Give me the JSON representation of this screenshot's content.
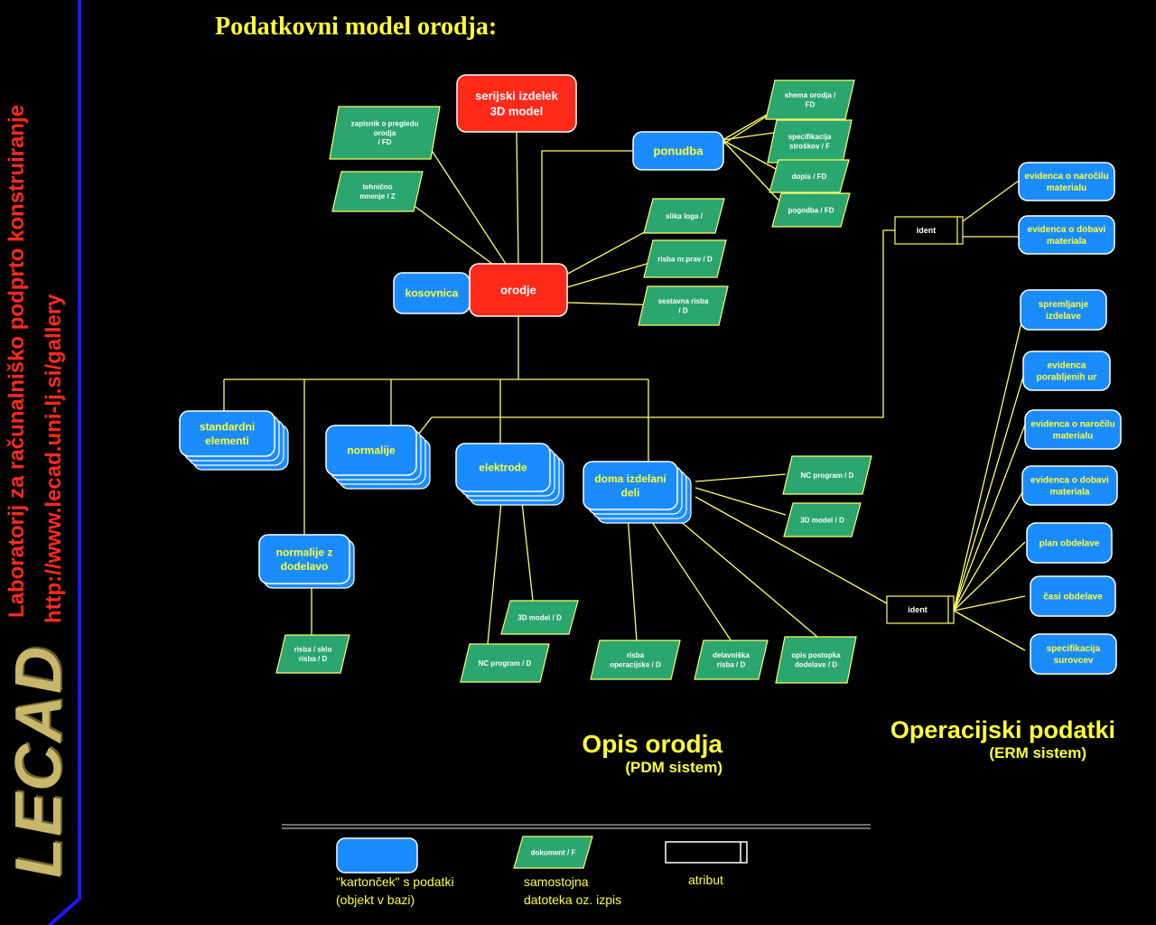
{
  "sidebar": {
    "brand": "LECAD",
    "lab_name": "Laboratorij za računalniško podprto konstruiranje",
    "url": "http://www.lecad.uni-lj.si/gallery"
  },
  "title": "Podatkovni model orodja:",
  "colors": {
    "card": "#1a8cff",
    "main": "#ff2a1a",
    "document": "#2aa66e",
    "line": "#ffff66",
    "text_yellow": "#ffff33",
    "sidebar_blue": "#1a1aff"
  },
  "nodes": {
    "serijski": "serijski izdelek\n3D model",
    "orodje": "orodje",
    "ponudba": "ponudba",
    "kosovnica": "kosovnica",
    "standardni": "standardni\nelementi",
    "normalije": "normalije",
    "elektrode": "elektrode",
    "doma": "doma izdelani\ndeli",
    "normalije_z": "normalije z\ndodelavo"
  },
  "documents": {
    "d1": "zapisnik o pregledu\norodja\n/ FD",
    "d2": "tehnično\nmnenje / Z",
    "d3": "shema orodja /\nFD",
    "d4": "specifikacija\nstroškov / F",
    "d5": "dopis / FD",
    "d6": "pogodba / FD",
    "d7": "slika loga /",
    "d8": "risba nr.prav / D",
    "d9": "sestavna risba\n/ D",
    "d10": "NC program / D",
    "d11": "3D model / D",
    "d12": "3D model / D",
    "d13": "NC program / D",
    "d14": "risba / sklo\nrisba / D",
    "d15": "risba\noperacijske / D",
    "d16": "delavniška\nrisba / D",
    "d17": "opis postopka\ndodelave / D"
  },
  "right_cards": {
    "r1": "evidenca o naročilu\nmaterialu",
    "r2": "evidenca o dobavi\nmateriala",
    "r3": "spremljanje\nizdelave",
    "r4": "evidenca\nporabljenih ur",
    "r5": "evidenca o naročilu\nmaterialu",
    "r6": "evidenca o dobavi\nmateriala",
    "r7": "plan obdelave",
    "r8": "časi obdelave",
    "r9": "specifikacija\nsurovcev"
  },
  "attributes": {
    "a1": "ident",
    "a2": "ident"
  },
  "captions": {
    "pdm_title": "Opis orodja",
    "pdm_sub": "(PDM sistem)",
    "erm_title": "Operacijski podatki",
    "erm_sub": "(ERM sistem)"
  },
  "legend": {
    "card_line1": "\"kartonček\" s podatki",
    "card_line2": "(objekt v bazi)",
    "doc_sample": "dokument / F",
    "doc_line1": "samostojna",
    "doc_line2": "datoteka oz. izpis",
    "attr_label": "atribut"
  }
}
